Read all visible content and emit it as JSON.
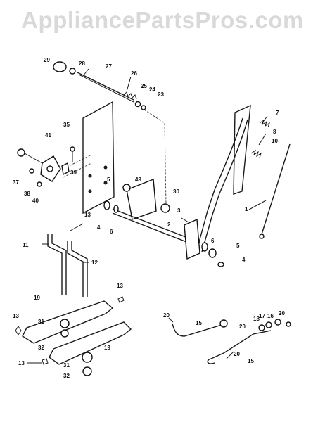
{
  "watermark": "AppliancePartsPros.com",
  "callouts": {
    "c29": "29",
    "c28": "28",
    "c27": "27",
    "c26": "26",
    "c25": "25",
    "c24": "24",
    "c23": "23",
    "c7": "7",
    "c8": "8",
    "c10": "10",
    "c1": "1",
    "c35": "35",
    "c41": "41",
    "c39": "39",
    "c37": "37",
    "c38": "38",
    "c40": "40",
    "c5a": "5",
    "c49": "49",
    "c30": "30",
    "c3": "3",
    "c4a": "4",
    "c6a": "6",
    "c2": "2",
    "c6b": "6",
    "c5b": "5",
    "c4b": "4",
    "c13a": "13",
    "c11": "11",
    "c12": "12",
    "c13b": "13",
    "c19a": "19",
    "c13c": "13",
    "c31a": "31",
    "c32a": "32",
    "c19b": "19",
    "c13d": "13",
    "c31b": "31",
    "c32b": "32",
    "c20a": "20",
    "c15a": "15",
    "c20b": "20",
    "c18": "18",
    "c17": "17",
    "c16": "16",
    "c20c": "20",
    "c20d": "20",
    "c15b": "15"
  }
}
